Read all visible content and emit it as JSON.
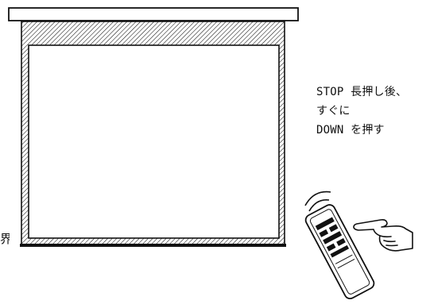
{
  "instruction": {
    "line1": "STOP 長押し後、",
    "line2": "すぐに",
    "line3": "DOWN を押す"
  },
  "edge_text": "界",
  "colors": {
    "stroke": "#111111",
    "background": "#ffffff"
  },
  "icons": {
    "screen": "projector-screen-icon",
    "remote": "remote-control-icon",
    "hand": "pointing-hand-icon",
    "signal": "signal-waves-icon"
  }
}
